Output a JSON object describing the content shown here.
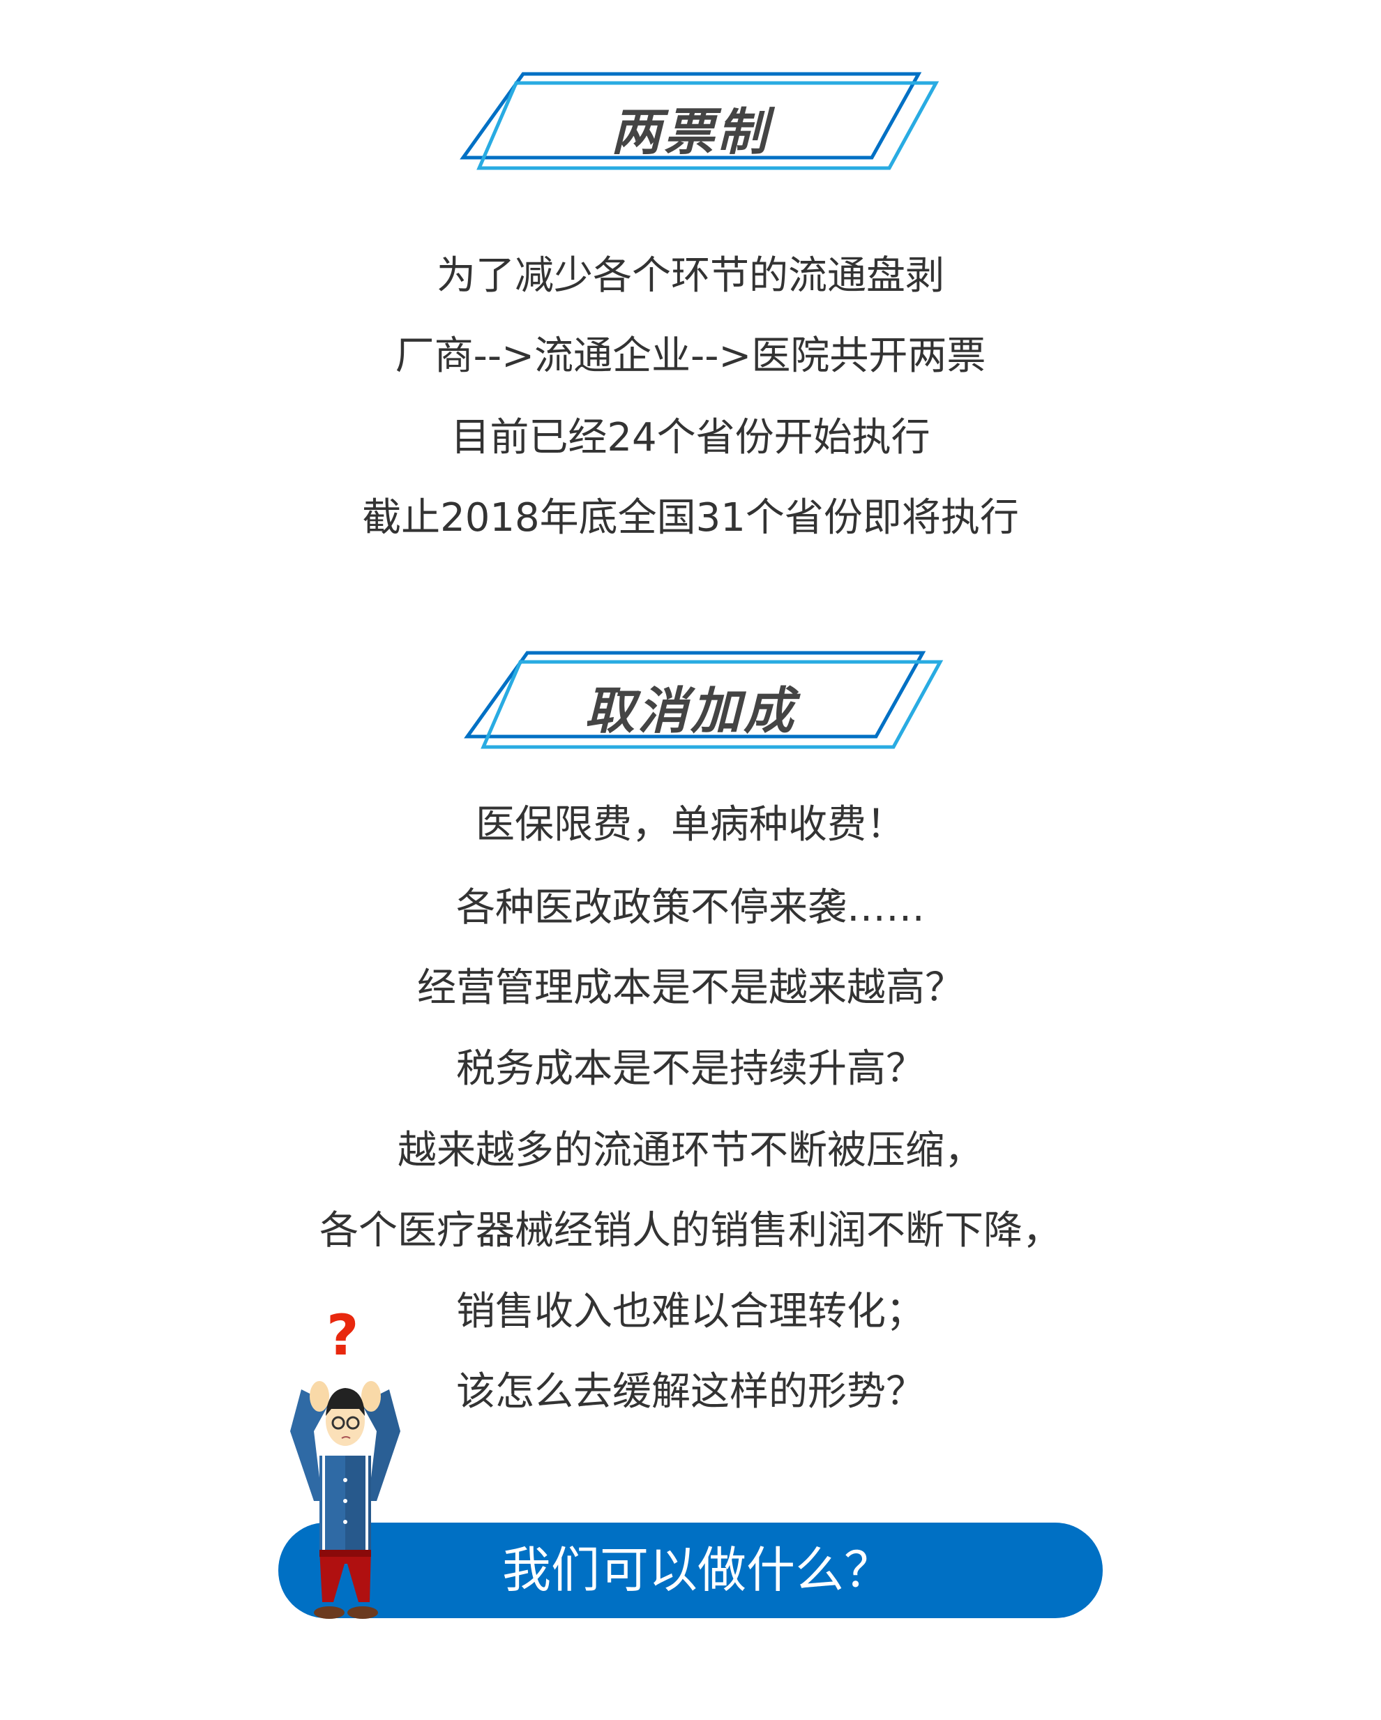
{
  "section1": {
    "title": "两票制",
    "lines": [
      "为了减少各个环节的流通盘剥",
      "厂商-->流通企业-->医院共开两票",
      "目前已经24个省份开始执行",
      "截止2018年底全国31个省份即将执行"
    ]
  },
  "section2": {
    "title": "取消加成",
    "lines": [
      "医保限费，单病种收费！",
      "各种医改政策不停来袭……",
      "经营管理成本是不是越来越高？",
      "税务成本是不是持续升高？",
      "越来越多的流通环节不断被压缩，",
      "各个医疗器械经销人的销售利润不断下降，",
      "销售收入也难以合理转化；",
      "该怎么去缓解这样的形势？"
    ]
  },
  "cta": {
    "label": "我们可以做什么？"
  },
  "colors": {
    "dark_blue": "#0070c4",
    "light_blue": "#29abe2",
    "title_gray": "#444444",
    "question_red": "#e8280e"
  }
}
